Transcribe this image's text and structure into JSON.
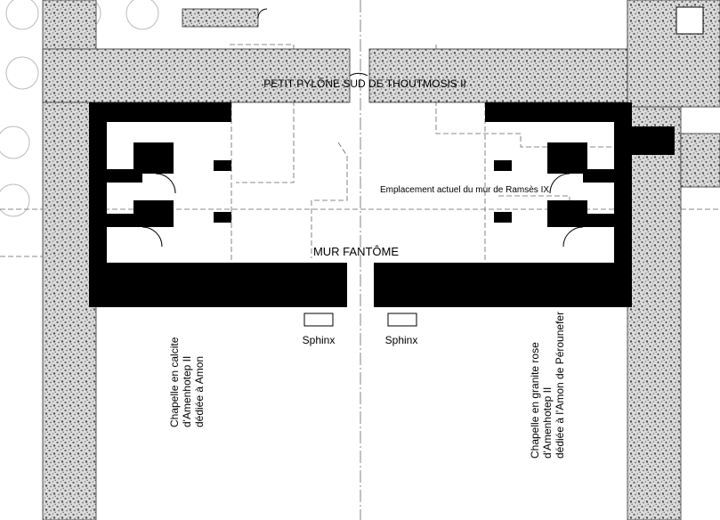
{
  "labels": {
    "pylon": "PETIT PYLÔNE SUD DE THOUTMOSIS II",
    "ramses_wall": "Emplacement actuel du mur de Ramsès IX",
    "phantom_wall": "MUR  FANTÔME",
    "sphinx_left": "Sphinx",
    "sphinx_right": "Sphinx",
    "chapel_left": [
      "Chapelle en calcite",
      "d'Amenhotep II",
      "dédiée à Amon"
    ],
    "chapel_right": [
      "Chapelle en granite rose",
      "d'Amenhotep II",
      "dédiée à l'Amon de Pérounefer"
    ]
  },
  "colors": {
    "wall_fill": "#000000",
    "stone_texture": "#8a8a8a",
    "stone_base": "#d6d6d6",
    "line": "#555555"
  }
}
